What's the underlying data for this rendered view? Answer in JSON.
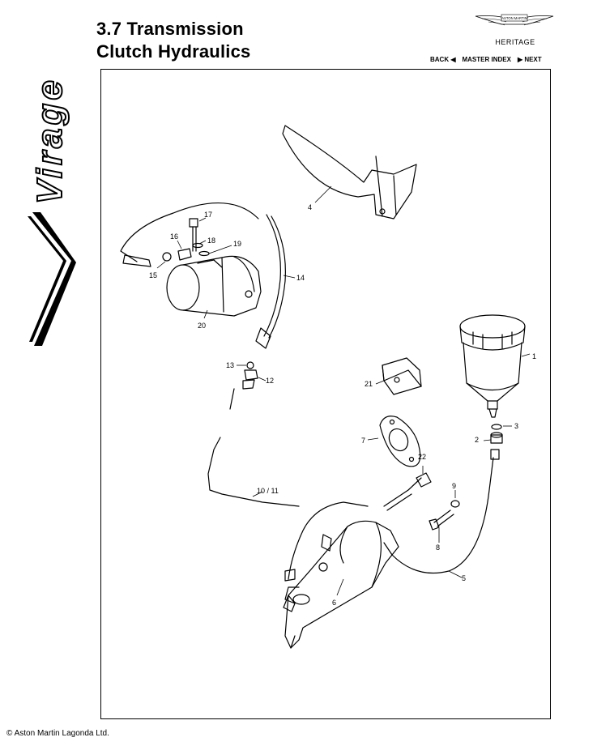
{
  "header": {
    "section_title": "3.7 Transmission",
    "subsection_title": "Clutch Hydraulics"
  },
  "brand": {
    "badge_text": "ASTON MARTIN",
    "heritage_label": "HERITAGE",
    "side_logo_text": "Virage"
  },
  "nav": {
    "back": "BACK ◀",
    "master_index": "MASTER INDEX",
    "next": "▶ NEXT"
  },
  "diagram": {
    "callouts": [
      "1",
      "2",
      "3",
      "4",
      "5",
      "6",
      "7",
      "8",
      "9",
      "10 / 11",
      "12",
      "13",
      "14",
      "15",
      "16",
      "17",
      "18",
      "19",
      "20",
      "21",
      "22"
    ]
  },
  "footer": {
    "copyright": "© Aston Martin Lagonda Ltd."
  }
}
